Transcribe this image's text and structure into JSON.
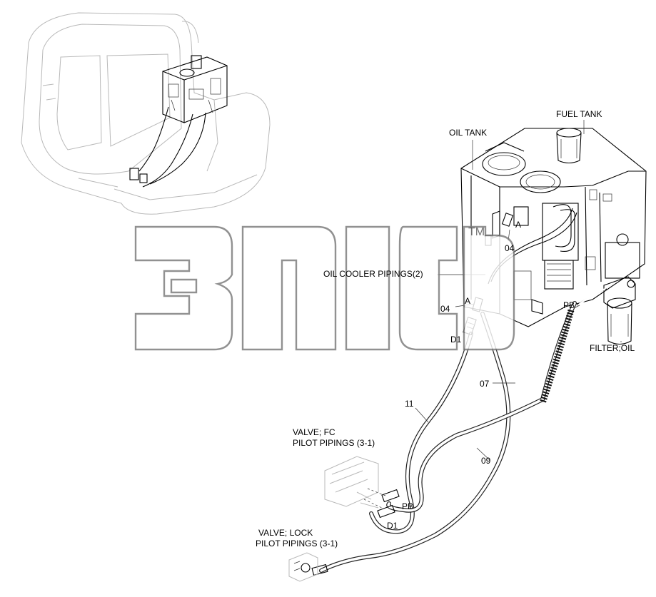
{
  "watermark": {
    "mark": "TM"
  },
  "labels": {
    "fuel_tank": "FUEL TANK",
    "oil_tank": "OIL TANK",
    "oil_cooler_pipings": "OIL COOLER PIPINGS(2)",
    "part_04_upper": "04",
    "part_04_lower": "04",
    "section_a_upper": "A",
    "section_a_lower": "A",
    "port_d1_upper": "D1",
    "port_pb_upper": "PB",
    "filter_oil": "FILTER;OIL",
    "part_07": "07",
    "part_11": "11",
    "part_09": "09",
    "valve_fc_line1": "VALVE; FC",
    "valve_fc_line2": "PILOT PIPINGS (3-1)",
    "port_pb_lower": "PB",
    "port_d1_lower": "D1",
    "valve_lock_line1": "VALVE; LOCK",
    "valve_lock_line2": "PILOT PIPINGS (3-1)"
  }
}
